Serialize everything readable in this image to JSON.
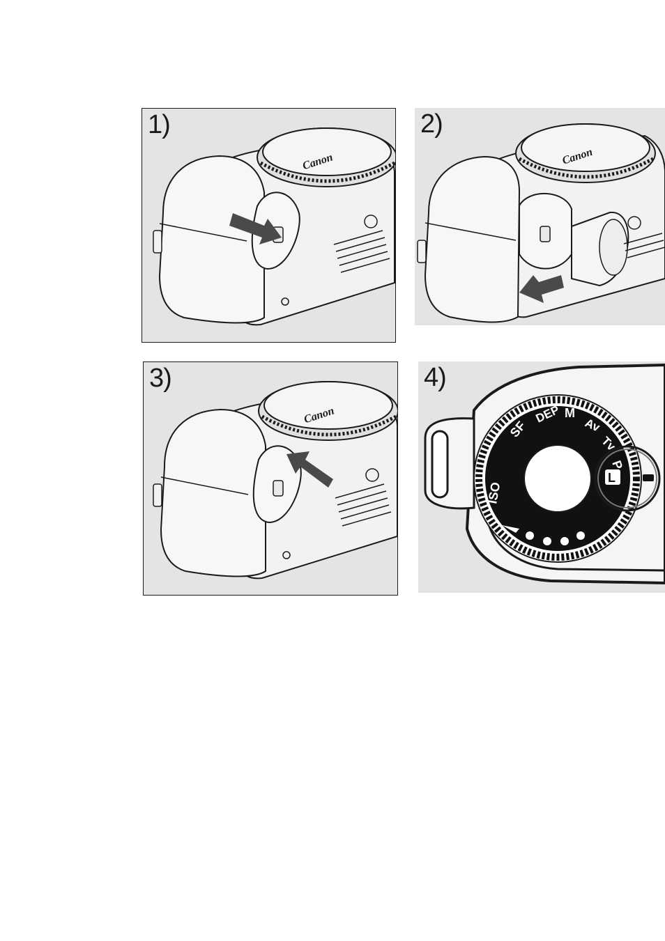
{
  "panels": [
    {
      "label": "1)",
      "brand": "Canon"
    },
    {
      "label": "2)",
      "brand": "Canon"
    },
    {
      "label": "3)",
      "brand": "Canon"
    },
    {
      "label": "4)"
    }
  ],
  "dial": {
    "modes": [
      "ISO",
      "SF",
      "DEP",
      "M",
      "Av",
      "Tv",
      "P",
      "L"
    ]
  },
  "colors": {
    "panel_bg": "#e4e4e4",
    "line": "#1a1a1a",
    "arrow": "#4a4a4a",
    "dial": "#111111"
  }
}
